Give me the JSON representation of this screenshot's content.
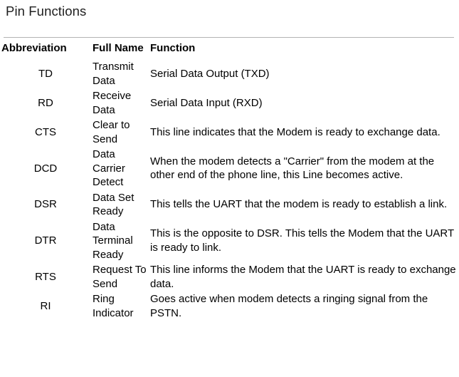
{
  "page": {
    "title": "Pin Functions"
  },
  "table": {
    "headers": {
      "abbreviation": "Abbreviation",
      "full_name": "Full Name",
      "function": "Function"
    },
    "rows": [
      {
        "abbreviation": "TD",
        "full_name": "Transmit Data",
        "function": "Serial Data Output (TXD)"
      },
      {
        "abbreviation": "RD",
        "full_name": "Receive Data",
        "function": "Serial Data Input (RXD)"
      },
      {
        "abbreviation": "CTS",
        "full_name": "Clear to Send",
        "function": "This line indicates that the Modem is ready to exchange data."
      },
      {
        "abbreviation": "DCD",
        "full_name": "Data Carrier Detect",
        "function": "When the modem detects a \"Carrier\" from the modem at the other end of the phone line, this Line becomes active."
      },
      {
        "abbreviation": "DSR",
        "full_name": "Data Set Ready",
        "function": "This tells the UART that the modem is ready to establish a link."
      },
      {
        "abbreviation": "DTR",
        "full_name": "Data Terminal Ready",
        "function": "This is the opposite to DSR. This tells the Modem that the UART is ready to link."
      },
      {
        "abbreviation": "RTS",
        "full_name": "Request To Send",
        "function": "This line informs the Modem that the UART is ready to exchange data."
      },
      {
        "abbreviation": "RI",
        "full_name": "Ring Indicator",
        "function": "Goes active when modem detects a ringing signal from the PSTN."
      }
    ]
  },
  "colors": {
    "background": "#ffffff",
    "text": "#000000",
    "title_text": "#202020",
    "rule": "#b3b3b3"
  }
}
